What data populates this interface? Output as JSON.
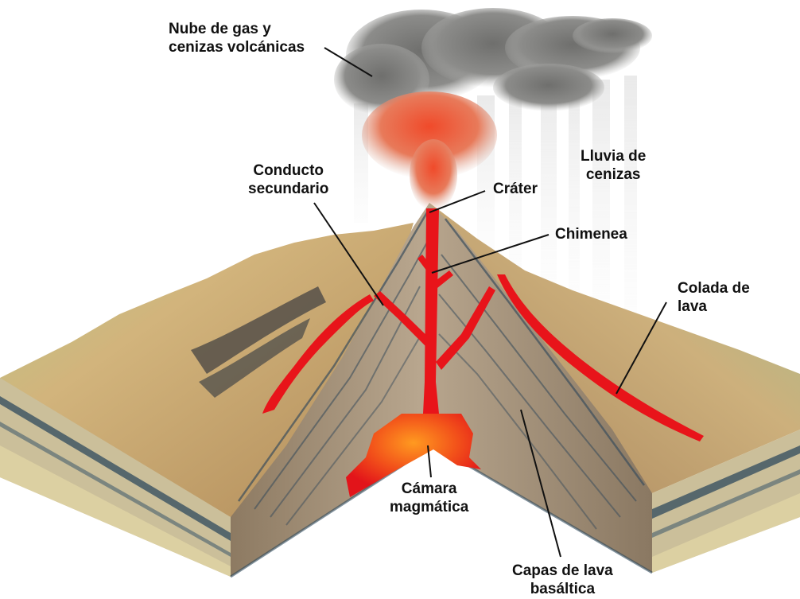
{
  "labels": {
    "nube": [
      "Nube de gas y",
      "cenizas volcánicas"
    ],
    "lluvia": [
      "Lluvia de",
      "cenizas"
    ],
    "conducto": [
      "Conducto",
      "secundario"
    ],
    "crater": [
      "Cráter"
    ],
    "chimenea": [
      "Chimenea"
    ],
    "colada": [
      "Colada de",
      "lava"
    ],
    "camara": [
      "Cámara",
      "magmática"
    ],
    "capas": [
      "Capas de lava",
      "basáltica"
    ]
  },
  "colors": {
    "lava": "#e8141a",
    "magma_core": "#ff8a1a",
    "ash_cloud": "#8a8a88",
    "volcano_strata": "#a89a86",
    "terrain": "#c9a870",
    "vegetation": "#8fae72",
    "basalt_band": "#2f4a5c",
    "sediment": "#d8c89a"
  }
}
